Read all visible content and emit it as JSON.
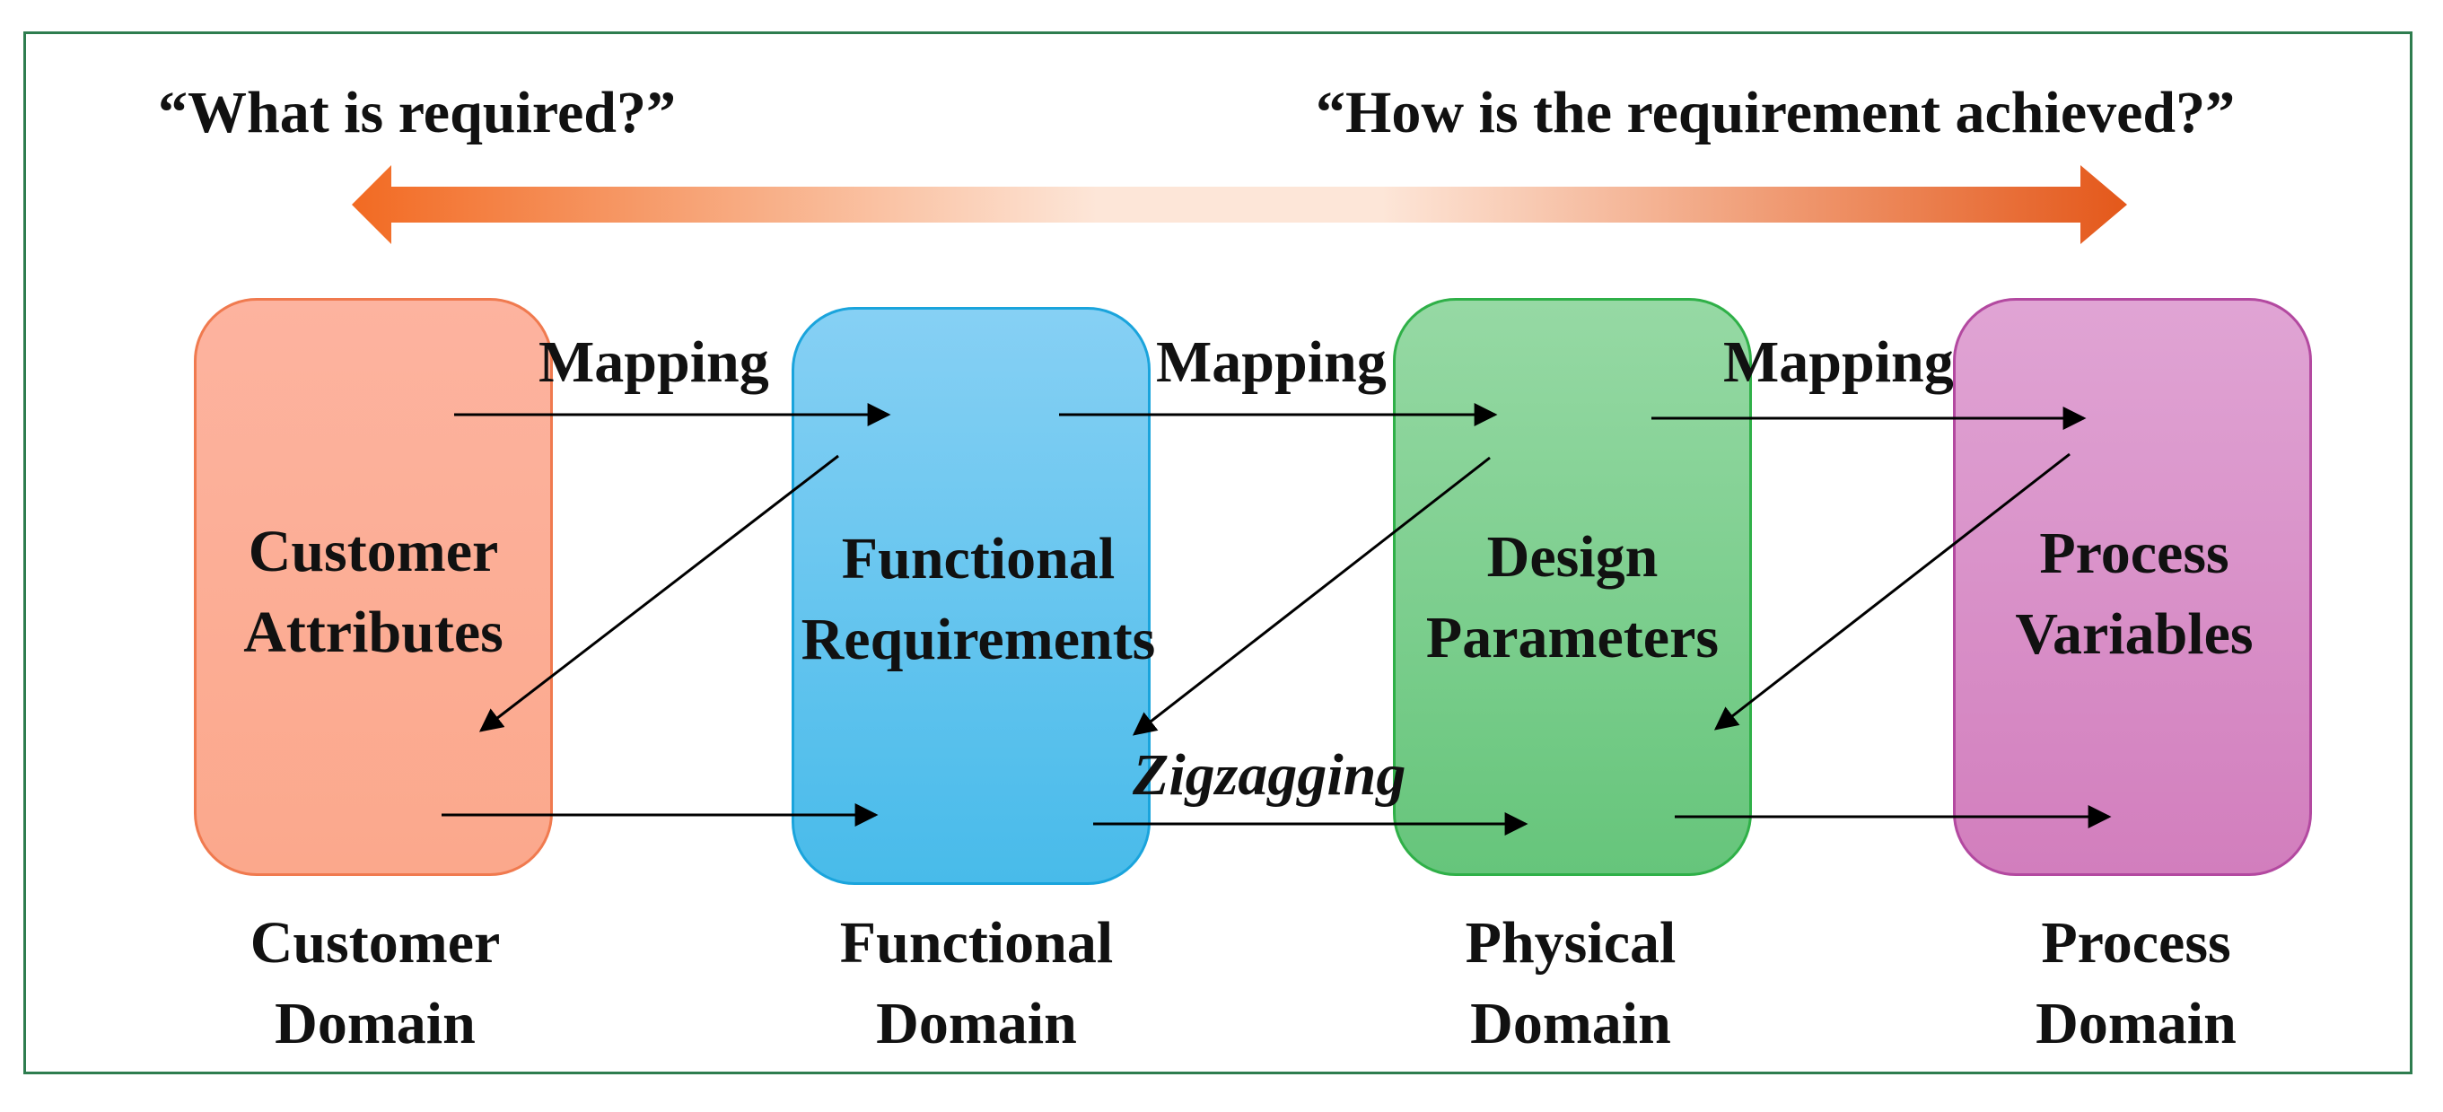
{
  "header": {
    "left_question": "“What is required?”",
    "right_question": "“How is the requirement achieved?”"
  },
  "colors": {
    "top_arrow_edge": "#f26a22",
    "top_arrow_center": "#fde6d8",
    "customer_fill": "#fba88c",
    "functional_fill": "#4bbcea",
    "physical_fill": "#6cc780",
    "process_fill": "#d683c1",
    "frame_border": "#2e7d4f"
  },
  "domains": [
    {
      "box_label_line1": "Customer",
      "box_label_line2": "Attributes",
      "name_line1": "Customer",
      "name_line2": "Domain"
    },
    {
      "box_label_line1": "Functional",
      "box_label_line2": "Requirements",
      "name_line1": "Functional",
      "name_line2": "Domain"
    },
    {
      "box_label_line1": "Design",
      "box_label_line2": "Parameters",
      "name_line1": "Physical",
      "name_line2": "Domain"
    },
    {
      "box_label_line1": "Process",
      "box_label_line2": "Variables",
      "name_line1": "Process",
      "name_line2": "Domain"
    }
  ],
  "mappings": [
    "Mapping",
    "Mapping",
    "Mapping"
  ],
  "zigzag_label": "Zigzagging"
}
